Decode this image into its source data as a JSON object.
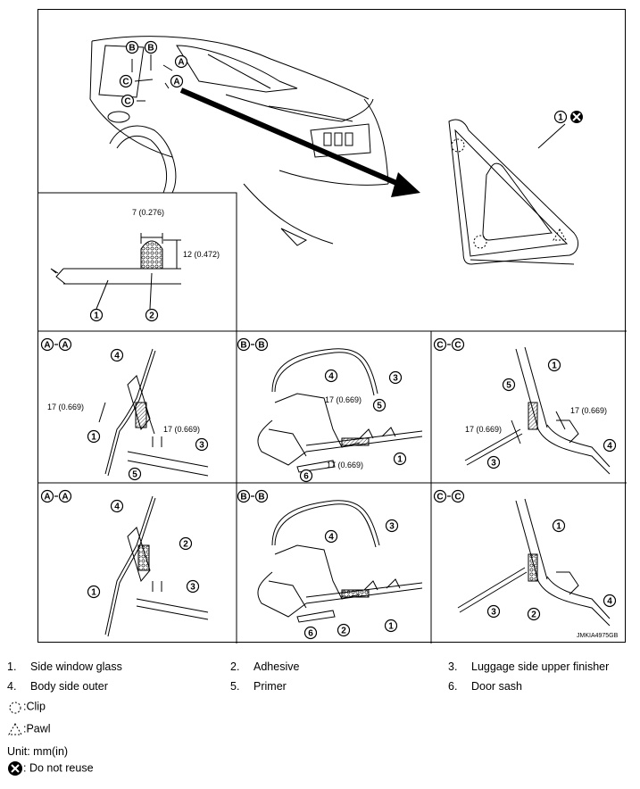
{
  "diagram": {
    "code": "JMKIA4975GB",
    "dimensions": {
      "width": "7 (0.276)",
      "height": "12 (0.472)",
      "a_gap": "17 (0.669)",
      "a_gap2": "17 (0.669)",
      "b_gap": "17 (0.669)",
      "b_gap2": "17 (0.669)",
      "c_gap": "17 (0.669)",
      "c_gap2": "17 (0.669)"
    },
    "section_titles": {
      "a": [
        "A",
        "A"
      ],
      "b": [
        "B",
        "B"
      ],
      "c": [
        "C",
        "C"
      ]
    },
    "callouts": [
      "1",
      "2",
      "3",
      "4",
      "5",
      "6"
    ],
    "section_markers": [
      "A",
      "B",
      "C"
    ]
  },
  "legend": [
    {
      "num": "1.",
      "text": "Side window glass"
    },
    {
      "num": "2.",
      "text": "Adhesive"
    },
    {
      "num": "3.",
      "text": "Luggage side upper finisher"
    },
    {
      "num": "4.",
      "text": "Body side outer"
    },
    {
      "num": "5.",
      "text": "Primer"
    },
    {
      "num": "6.",
      "text": "Door sash"
    }
  ],
  "symbols": {
    "clip": ":Clip",
    "pawl": ":Pawl",
    "unit": "Unit: mm(in)",
    "do_not_reuse": ": Do not reuse"
  }
}
